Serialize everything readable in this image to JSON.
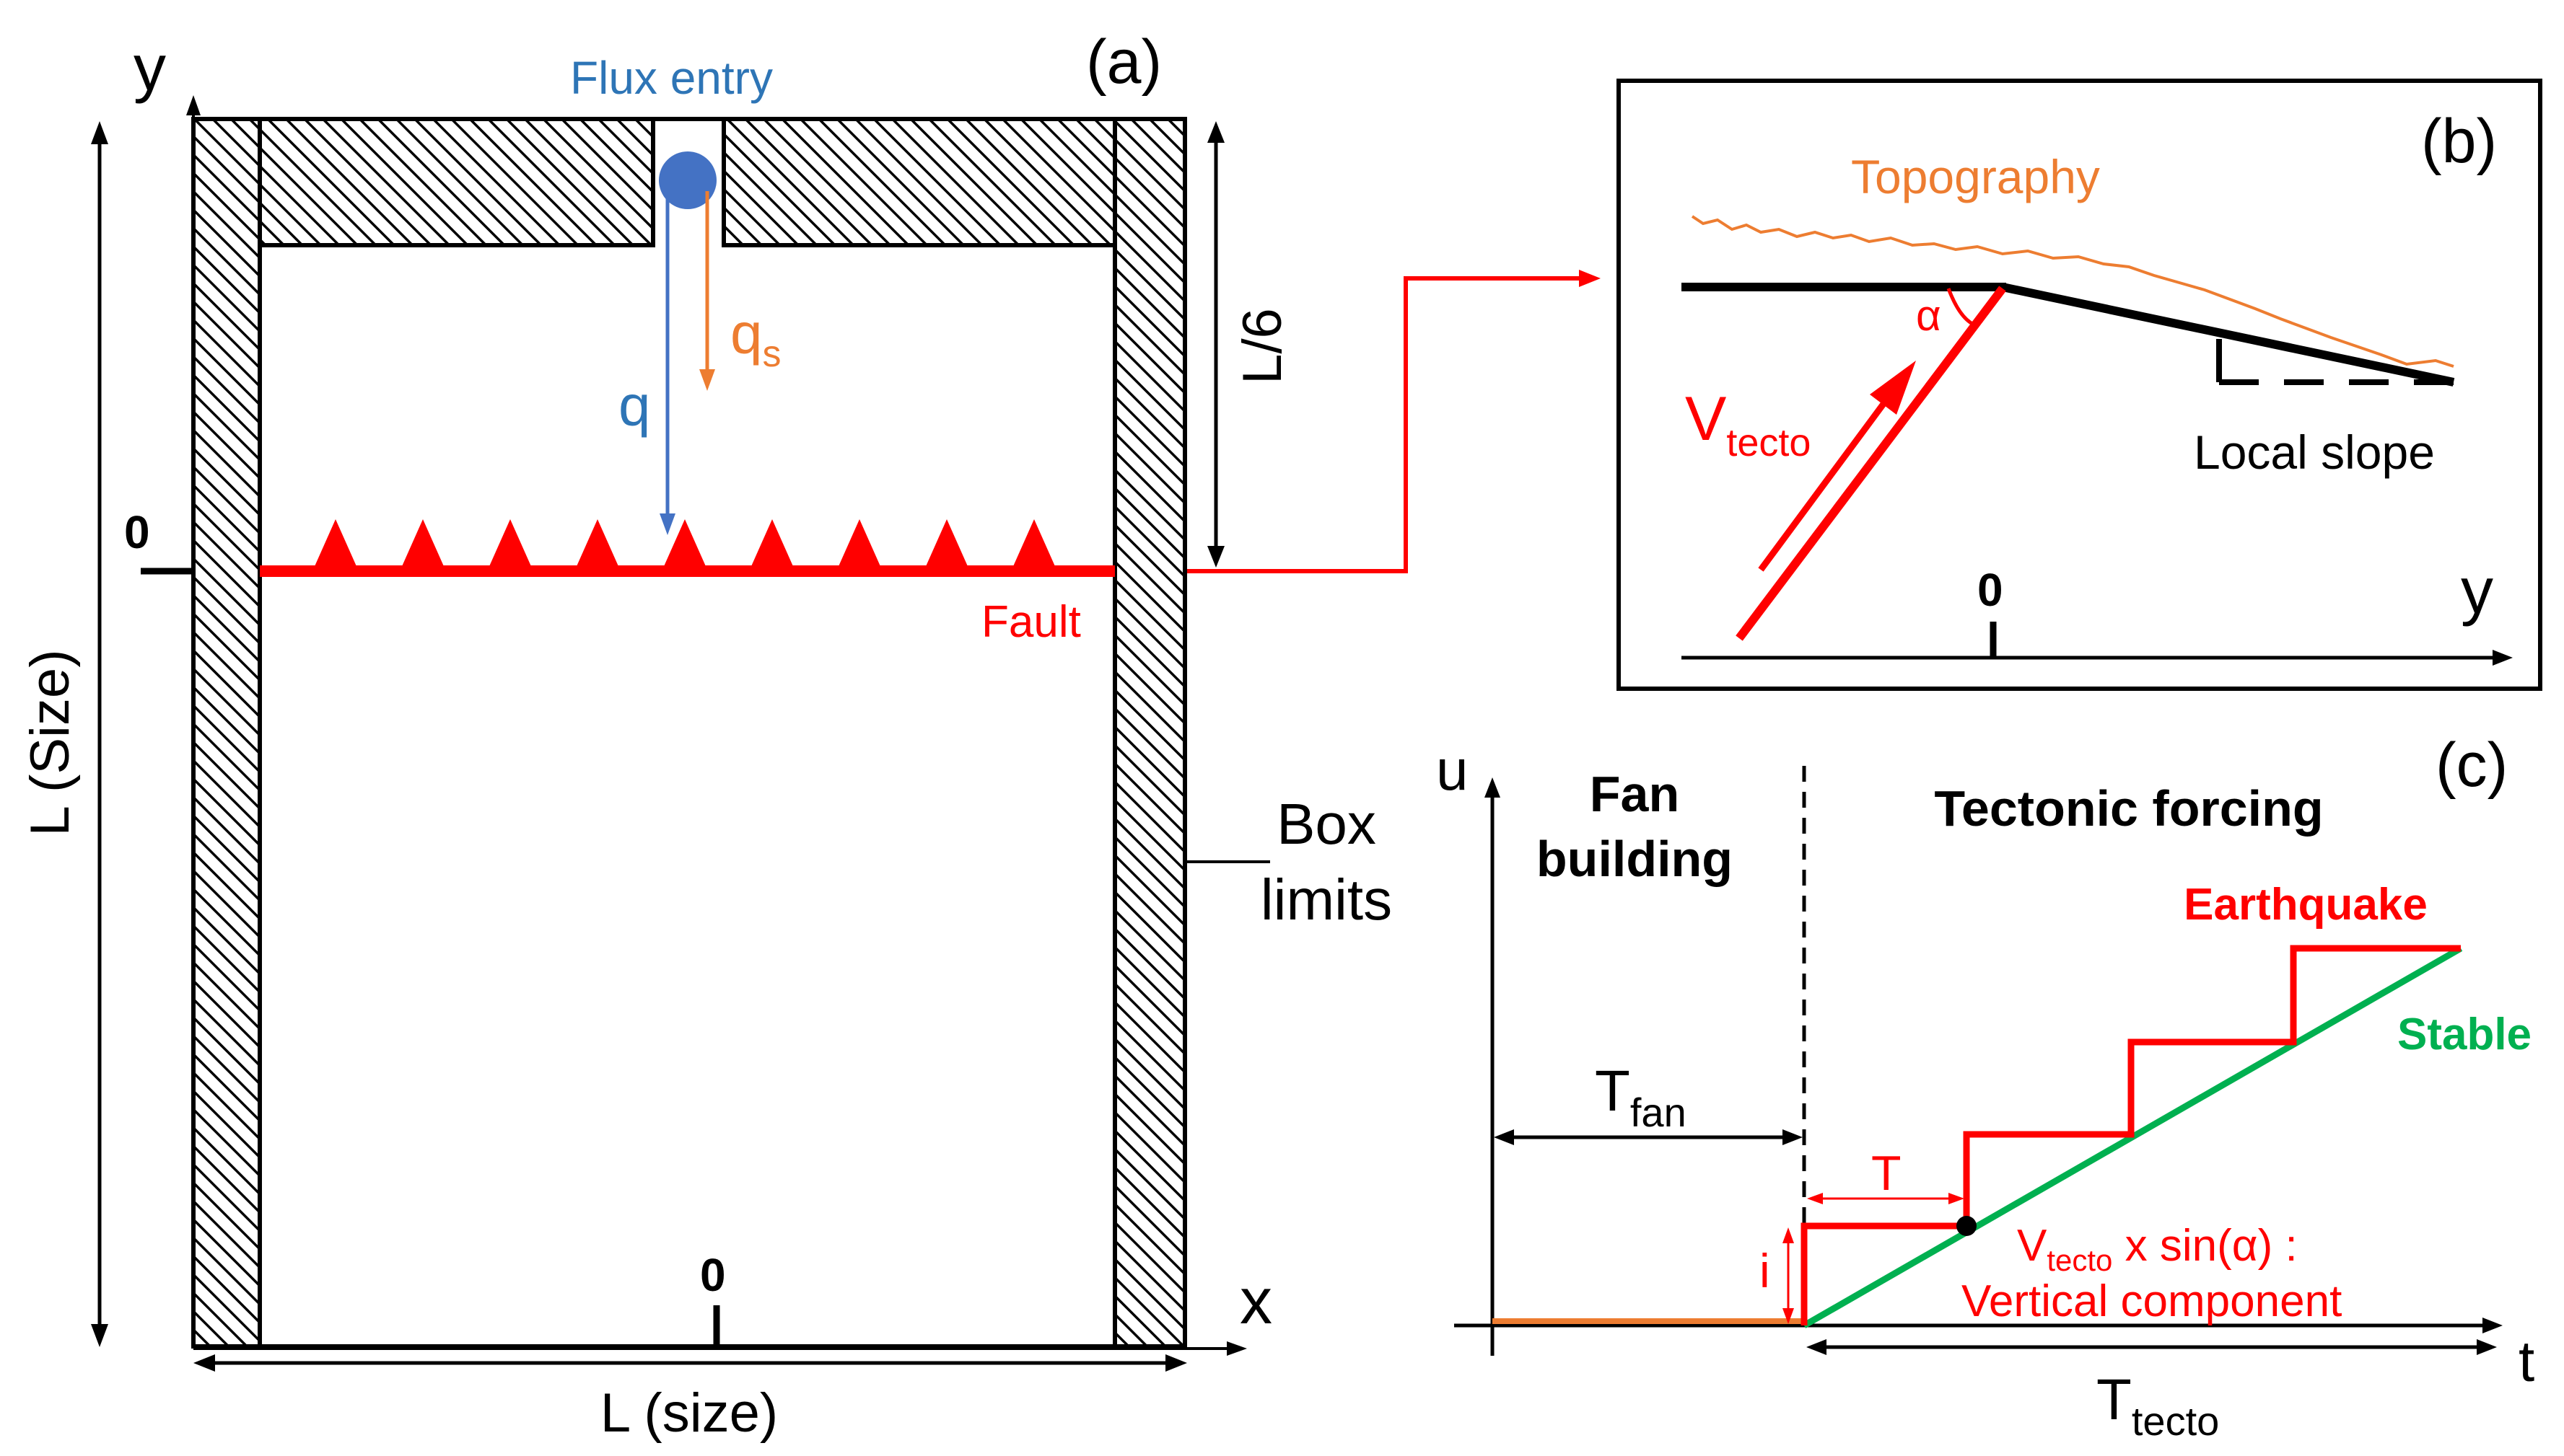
{
  "panel_a": {
    "tag": "(a)",
    "y_axis": "y",
    "x_axis": "x",
    "flux_entry": "Flux entry",
    "q": "q",
    "qs_main": "q",
    "qs_sub": "s",
    "l6": "L/6",
    "zero_left": "0",
    "zero_bottom": "0",
    "fault": "Fault",
    "l_size_vertical": "L (Size)",
    "l_size_horizontal": "L (size)",
    "box_limits_1": "Box",
    "box_limits_2": "limits"
  },
  "panel_b": {
    "tag": "(b)",
    "topography": "Topography",
    "alpha": "α",
    "vtecto_main": "V",
    "vtecto_sub": "tecto",
    "local_slope": "Local slope",
    "zero": "0",
    "y_axis": "y"
  },
  "panel_c": {
    "tag": "(c)",
    "u_axis": "u",
    "t_axis": "t",
    "fan_building_1": "Fan",
    "fan_building_2": "building",
    "tectonic_forcing": "Tectonic forcing",
    "earthquake": "Earthquake",
    "stable": "Stable",
    "tfan_main": "T",
    "tfan_sub": "fan",
    "period_t": "T",
    "step_i": "i",
    "vcomp_main": "V",
    "vcomp_sub": "tecto",
    "vcomp_rest": " x sin(α) :",
    "vertical_component": "Vertical component",
    "ttecto_main": "T",
    "ttecto_sub": "tecto"
  },
  "colors": {
    "fault_red": "#ff0000",
    "flux_blue": "#4472c4",
    "flux_text_blue": "#2e75b6",
    "sediment_orange": "#ed7d31",
    "stable_green": "#00b050",
    "black": "#000000"
  }
}
